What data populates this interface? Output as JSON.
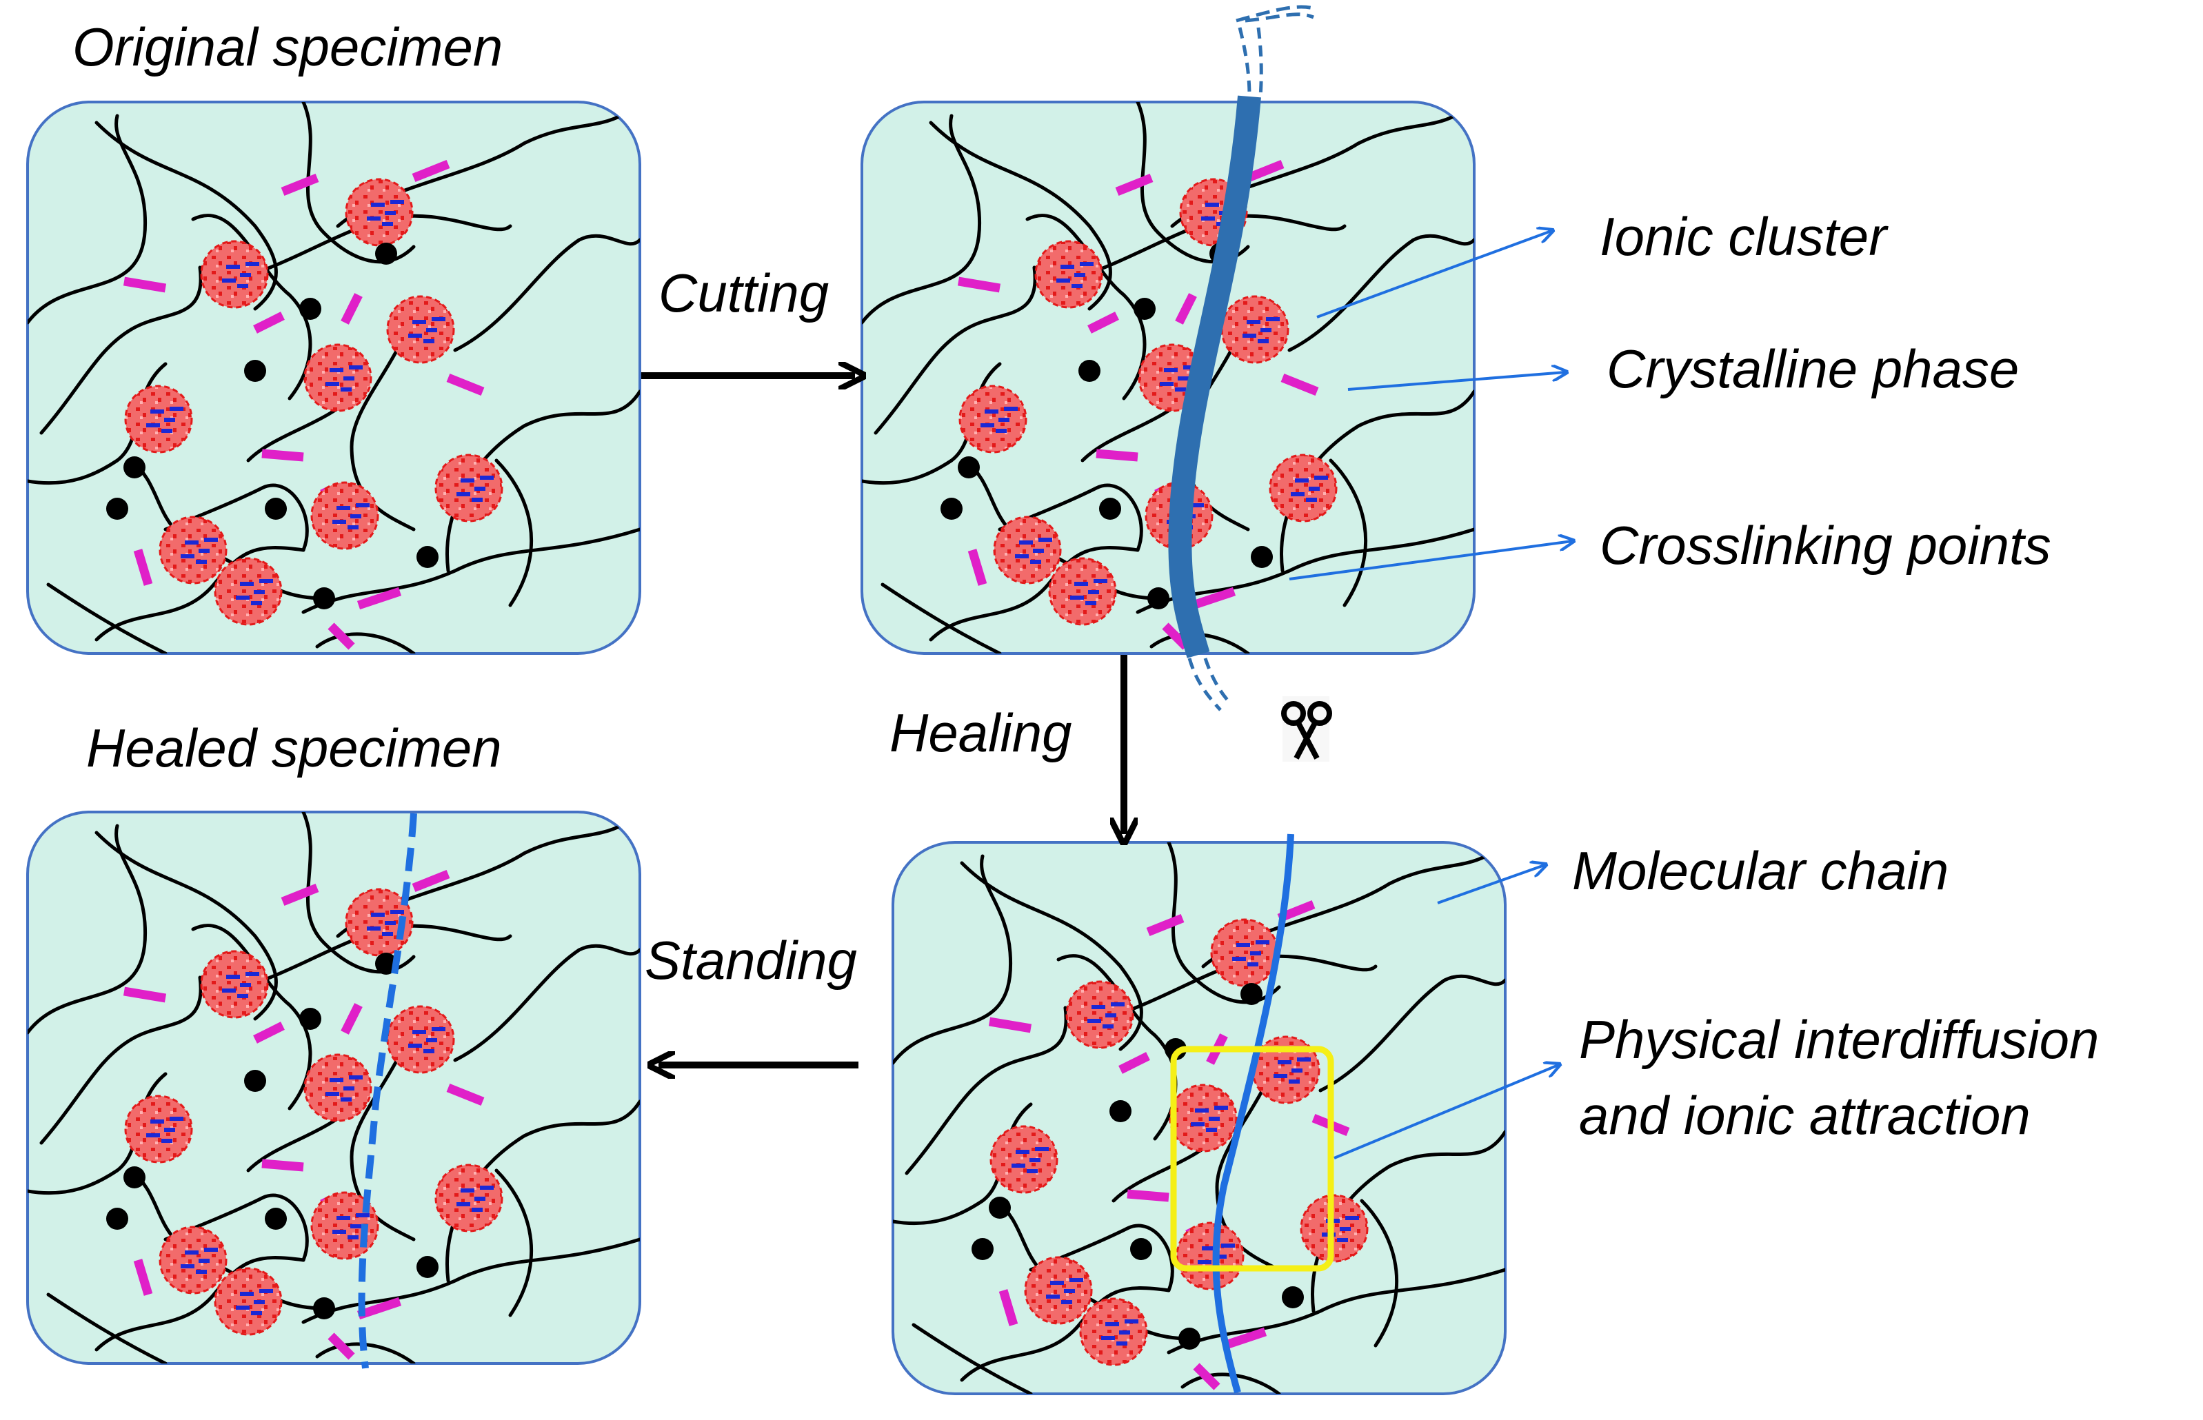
{
  "titles": {
    "original": "Original specimen",
    "healed": "Healed specimen"
  },
  "steps": {
    "cutting": "Cutting",
    "healing": "Healing",
    "standing": "Standing"
  },
  "legend": {
    "ionic_cluster": "Ionic cluster",
    "crystalline_phase": "Crystalline phase",
    "crosslinking_points": "Crosslinking points",
    "molecular_chain": "Molecular chain",
    "interdiffusion_line1": "Physical interdiffusion",
    "interdiffusion_line2": "and ionic attraction"
  },
  "icons": {
    "scissors": "scissors-icon"
  },
  "colors": {
    "panel_fill": "#d2f1e8",
    "panel_border": "#4472c4",
    "cluster_fill": "#f26b6b",
    "cluster_dots": "#e31a1a",
    "cluster_ions": "#1a28d6",
    "crystalline": "#e020c8",
    "crosslink": "#000000",
    "cut_band": "#2e6fb0",
    "interface_line": "#1f6fe0",
    "pointer": "#1f6fe0",
    "highlight_box": "#f5ef16"
  }
}
